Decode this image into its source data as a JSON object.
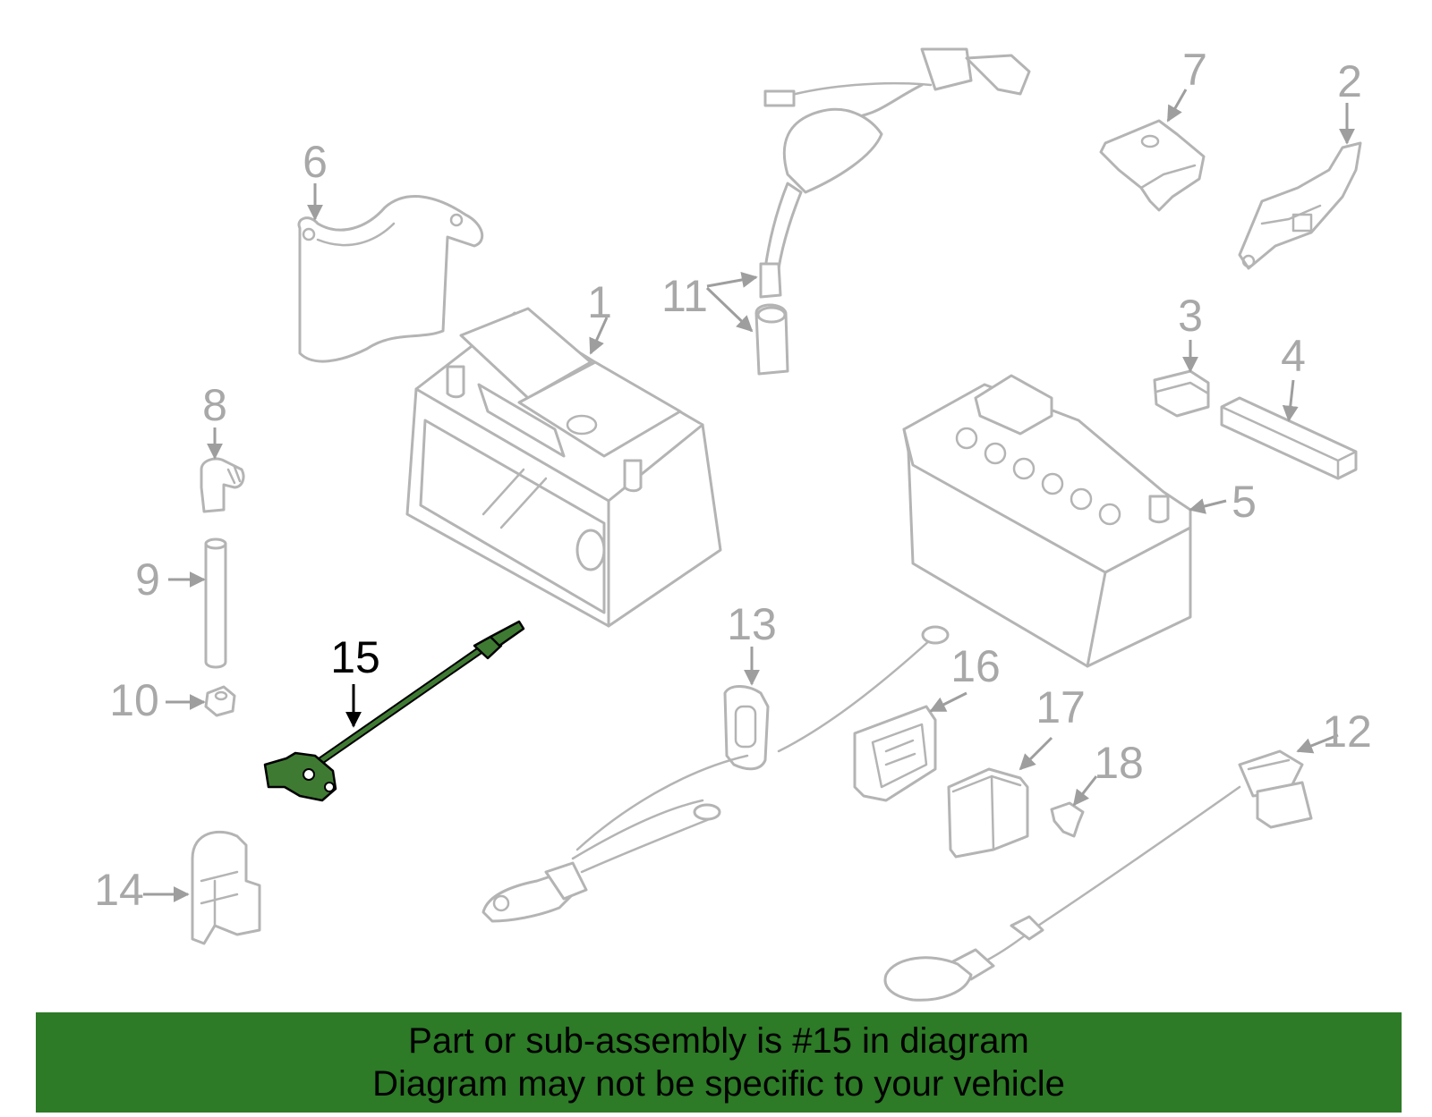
{
  "callouts": {
    "c1": "1",
    "c2": "2",
    "c3": "3",
    "c4": "4",
    "c5": "5",
    "c6": "6",
    "c7": "7",
    "c8": "8",
    "c9": "9",
    "c10": "10",
    "c11": "11",
    "c12": "12",
    "c13": "13",
    "c14": "14",
    "c15": "15",
    "c16": "16",
    "c17": "17",
    "c18": "18"
  },
  "highlight": {
    "part": "15",
    "color": "#3f7a33"
  },
  "banner": {
    "line1": "Part or sub-assembly is #15 in diagram",
    "line2": "Diagram may not be specific to your vehicle",
    "background": "#2d7a27"
  }
}
